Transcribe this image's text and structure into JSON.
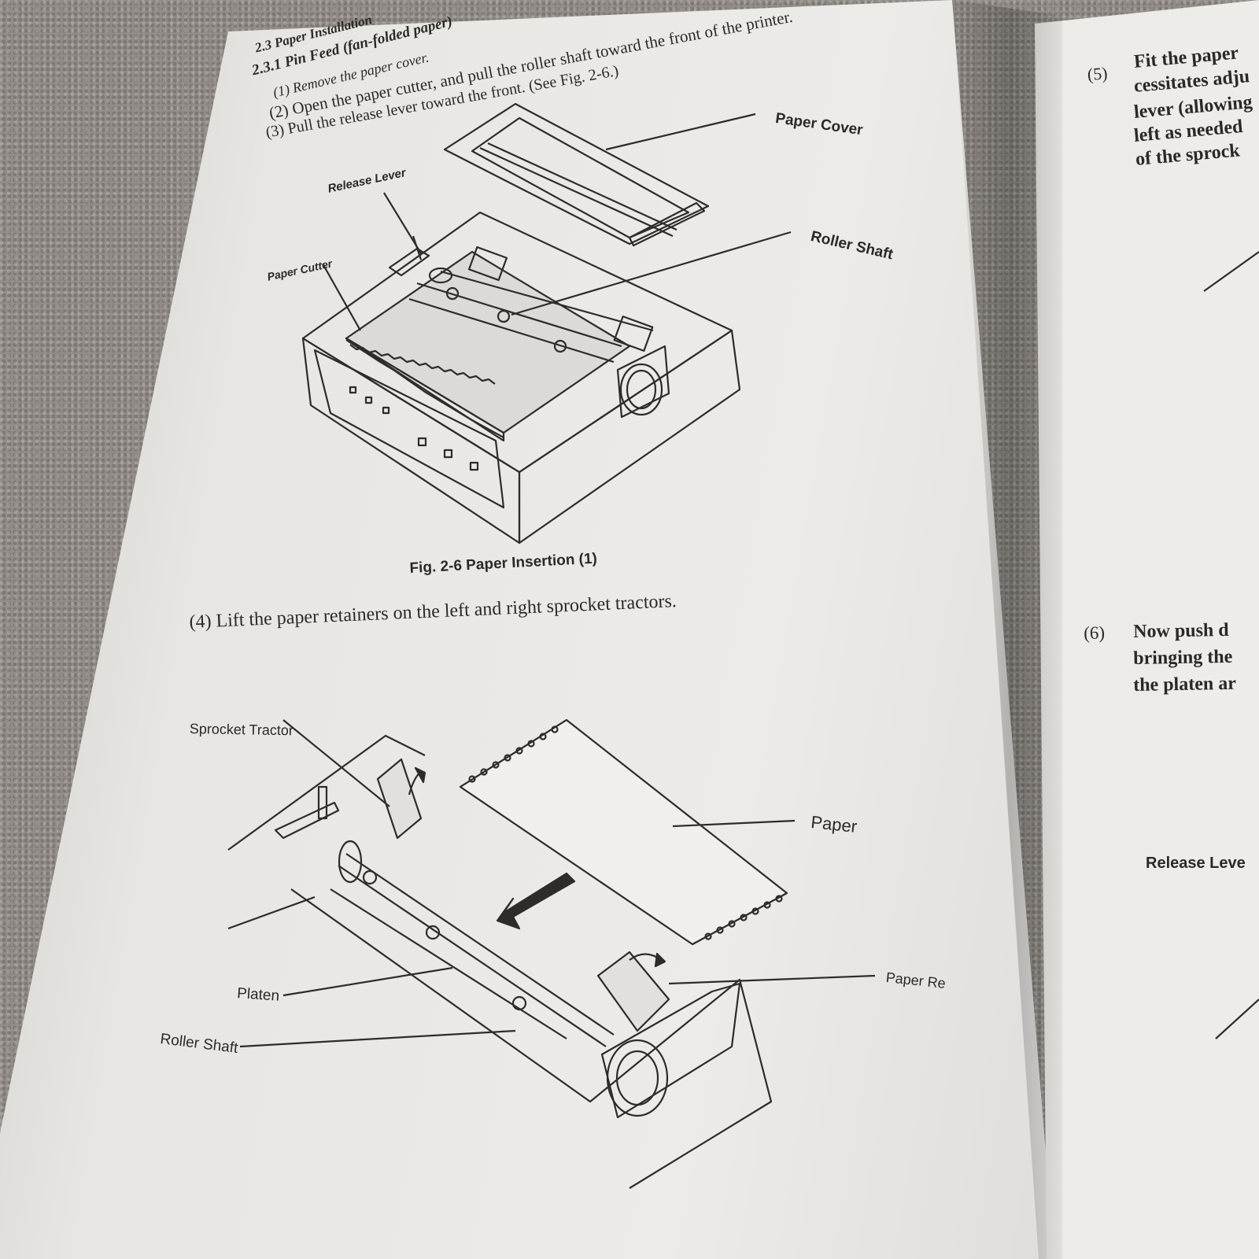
{
  "left_page": {
    "section_heading": "2.3   Paper Installation",
    "subsection_heading": "2.3.1   Pin Feed (fan-folded paper)",
    "step1": "(1)   Remove the paper cover.",
    "step2": "(2)   Open the paper cutter, and pull the roller shaft toward the front of the printer.",
    "step3": "(3)   Pull the release lever toward the front. (See Fig. 2-6.)",
    "fig1_labels": {
      "paper_cover": "Paper Cover",
      "release_lever": "Release Lever",
      "roller_shaft": "Roller Shaft",
      "paper_cutter": "Paper Cutter"
    },
    "fig1_caption": "Fig. 2-6  Paper Insertion (1)",
    "step4": "(4)   Lift the paper retainers on the left and right sprocket tractors.",
    "fig2_labels": {
      "sprocket_tractor": "Sprocket Tractor",
      "paper": "Paper",
      "paper_retainer": "Paper Re",
      "platen": "Platen",
      "roller_shaft": "Roller Shaft"
    }
  },
  "right_page": {
    "step5_num": "(5)",
    "step5_lines": [
      "Fit the paper",
      "cessitates adju",
      "lever (allowing",
      "left as needed",
      "of the sprock"
    ],
    "step6_num": "(6)",
    "step6_lines": [
      "Now push d",
      "bringing the",
      "the platen ar"
    ],
    "release_lever_label": "Release Leve"
  }
}
